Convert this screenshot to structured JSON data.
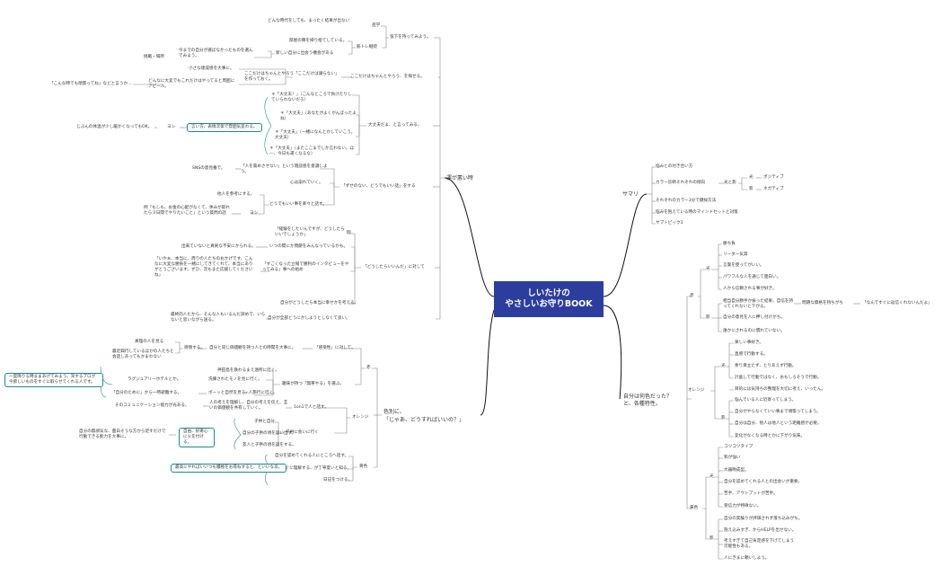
{
  "colors": {
    "center_fill": "#2d3d9e",
    "center_text": "#ffffff",
    "branch_line": "#111111",
    "sub_line": "#999999",
    "accent_teal": "#1a8d8d"
  },
  "center": {
    "line1": "しいたけの",
    "line2": "やさしいお守りBOOK"
  },
  "summary": {
    "label": "サマリ",
    "items": [
      "悩みとの付き合い方",
      "カラー診断それぞれの傾向",
      "それぞれのカラー3分で鍵採方法",
      "悩みを抱えている時のマインドセットと対策",
      "サブトピック3"
    ],
    "light_shadow": "光と影",
    "light": "光",
    "shadow": "影",
    "positive": "ポジティブ",
    "negative": "ネガティブ"
  },
  "fortune": {
    "label": "運が悪い時",
    "n1": "弦下を持ってみよう。",
    "n1a": "進学",
    "n1a1": "どんな時代をしても、まったく結果が出ない",
    "n1b": "筋トレ継続",
    "n1b1": "部屋の隅を掃り捨てしている。",
    "n1b2": "新しい自分に出会う機会がある",
    "n1b2a": "今までの自分が選ばなかったものを選んでみよう。",
    "n1b2b": "挑戦・場所",
    "n2": "ここだけはちゃんとやろう、を探せる。",
    "n2a": "ここだけはちゃんとやろう「ここだけは譲らない」を作っておく。",
    "n2a1": "小さな達成感を大事に。",
    "n2a2": "どんなに大変でもこれだけはやってると周囲にアピール。",
    "n2a2a": "「こんな時でも頑張ってね」などと言うか…",
    "n3": "大丈夫だよ、と言ってみる。",
    "n3a": "＊「大丈夫！」（こんなところで負けたりしていられないだろ）",
    "n3b": "＊「大丈夫」（あなたがよくがんばったよね）",
    "n3c": "＊「大丈夫」（一緒になんとかしていこう。大丈夫）",
    "n3d": "＊「大丈夫」（またここまでしか言わない。ほ―、今日も運くなるな）",
    "n3e": "言い方、表情次第で雰囲気変わる。",
    "n3e1": "ヨシ",
    "n3e2": "じぶんの体温が少し暖かくなってもOK。",
    "n4": "「ずせのない、どうでもいい話」をする",
    "n4a": "「人を責めさせない」という雑談感を意識しよう。",
    "n4a1": "SNSの意見番で。",
    "n4b": "心は崩れていく。",
    "n4c": "どうでもいい事を楽々と話す。",
    "n4c1": "他人を参考にする。",
    "n4c2": "ヨシ",
    "n4c3": "例「もしも、お金の心配がなくて、休みが取れたら３日間でやりたいこと」という質問の話",
    "n5": "「どうしたらいいんだ」に対して",
    "n5a": "例",
    "n5a1": "「経験をしたいんですが、どうしたらいいでしょうか」",
    "n5b": "いつの間にか問題をみんなっているかも。",
    "n5b1": "出来ていないと真剣な不安にかられる。",
    "n5c": "「すごくなった立場で勝利のインタビューをやってみる」事への始め",
    "n5c1": "「いやぁ、本当に、周りの人たちのおかげです。こんなに大変な勝負を一緒にしてきてくれて、本当にありがとうございます。ぜひ、次もまた応援してくださいね」",
    "n5d": "自分がどうしたら本当に幸せかを考える。",
    "n6": "自分が全部どうにかしようとしなくて良い。",
    "n6a": "最終的人だから、そんな人もいるんだ諦めで、いらないと思いながら送る。"
  },
  "color": {
    "label1": "色別に、",
    "label2": "「じゃあ、どうすればいいの？」",
    "red": "赤",
    "r1": "「感受性」に対して。",
    "r1a": "自分と同じ価値観を持つ人との時間を大事に。",
    "r1a1": "感情する。",
    "r1a2": "真理の人を見る",
    "r1a3": "最近興行しているほかの人たちと会話しあってもかまわない",
    "r2": "趣味が持つ「無茶やる」を選ぶ。",
    "r2a": "神田島を鉄わるまえ遠所に行く。",
    "r2b": "ラグジュアリーホテルとか。",
    "r2c": "洗練されたモノを見に行く。",
    "r2d": "「自分のために」から一時避難する。",
    "r2e": "ボーッと自然を見る。",
    "r2f": "一人旅行に行く。",
    "r2g": "一度降りる時ままあげてみよう。深するプロが今欲しいものをすぐに取らせてくれる人です。",
    "orange": "オレンジ",
    "o1": "1on1で人と話す。",
    "o1a": "人の考えを理解し、自分の考えを伝え、互いの価値観を共有していく。",
    "o1b": "そのコミュニケーション能力が光ある。",
    "o2": "子供に会いに行く",
    "o2a": "子供と自分",
    "o2b": "自分の子供の頃を思い出す。",
    "o2c": "友人と子供の頃を話をする。",
    "o2d": "自由、好奇心に火を付ける。",
    "o2e": "自分の無邪気な、面白そうな方から足すだけで行動できる能力を大事に。",
    "yellow": "黄色",
    "y1": "自分を認めてくれる人にところへ話す。",
    "y2": "すぐに理解する、が丁寧度いと知る。",
    "y3": "日記をつける。",
    "y4": "最高にやればいいつも積極をお尋ねすると、といいなあ。"
  },
  "self": {
    "label1": "自分は何色だった？",
    "label2": "と、各種特性。",
    "red": "赤",
    "light": "光",
    "shadow": "影",
    "r_l": [
      "勝ち負",
      "リーダー気質",
      "言葉を使ってがいい。",
      "パワフルな人を通じて面白い。",
      "人から信頼される事が好き。"
    ],
    "r_s1": "相当自分勝手か振った結果、自信を持ってくれないと下がる。",
    "r_s1a": "問題な資格を持ちがち",
    "r_s1b": "「なんですぐに返信くれないんだよ」",
    "r_s2": "自分の意見を人に押し付けがち。",
    "r_s3": "誰かにされるのに慣れていない。",
    "orange": "オレンジ",
    "o_l": [
      "楽しい事好き。",
      "直感で行動する。",
      "余り目立たず、とりあえず行動。",
      "計画して行動ではなく、おもしろそうで行動。",
      "目的には気持ちの整理を大切に考え、いったん。"
    ],
    "o_s": [
      "悩んでいる人に近寄ってしまう。",
      "自分がやらなくていい事まで頑張ってしまう。",
      "自分は自分、他人は他人という距離感が必要。",
      "変化がなくなる時とかに下がり気味。"
    ],
    "yellow": "黄色",
    "y_l": [
      "コツコツタイプ",
      "和が強い",
      "大器晩成型。",
      "自分を認めてくれる人との出会いが重要。",
      "苦手、アウトプットが苦手。",
      "受信力が特徴ない。"
    ],
    "y_s": [
      "自分の実験りが評価されず落ち込みがち。",
      "抱え込みすぎ、からHELPを出せない。",
      "考えすぎて自己肯定感を下げてしまう可能性もある。",
      "人にきまに頼いしよう。"
    ]
  }
}
